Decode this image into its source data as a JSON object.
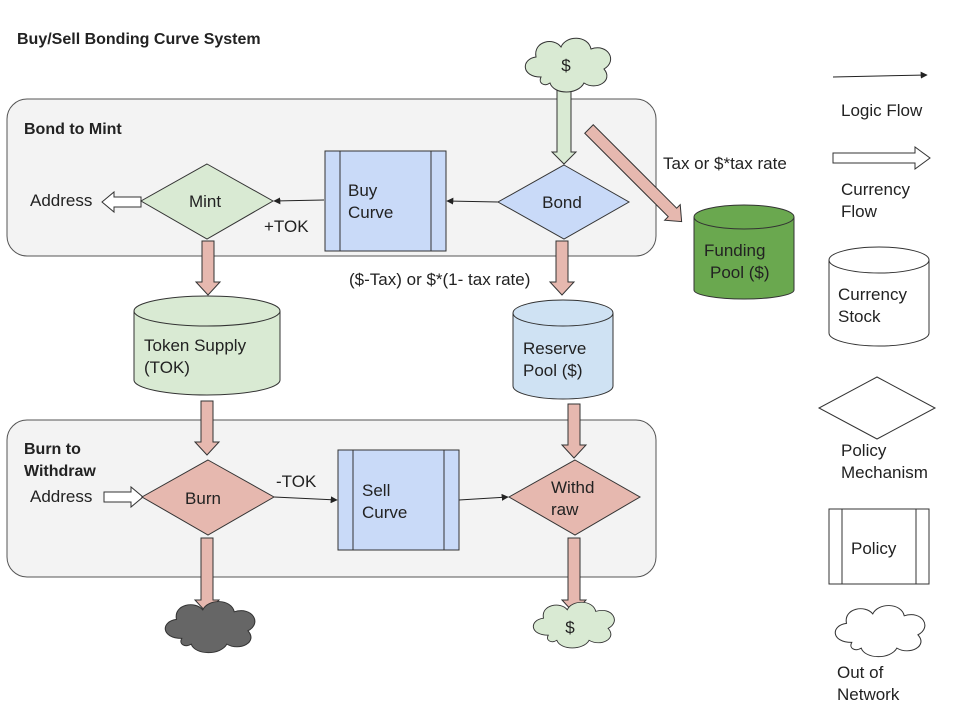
{
  "title": "Buy/Sell Bonding Curve System",
  "groups": {
    "bond_to_mint": "Bond to Mint",
    "burn_to_withdraw": [
      "Burn to",
      "Withdraw"
    ]
  },
  "nodes": {
    "dollar_in": "$",
    "mint": "Mint",
    "buy_curve": [
      "Buy",
      "Curve"
    ],
    "bond": "Bond",
    "funding_pool": [
      "Funding",
      "Pool ($)"
    ],
    "token_supply": [
      "Token Supply",
      "(TOK)"
    ],
    "reserve_pool": [
      "Reserve",
      "Pool ($)"
    ],
    "burn": "Burn",
    "sell_curve": [
      "Sell",
      "Curve"
    ],
    "withdraw": [
      "Withd",
      "raw"
    ],
    "dollar_out": "$",
    "address_top": "Address",
    "address_bottom": "Address"
  },
  "edge_labels": {
    "plus_tok": "+TOK",
    "minus_tok": "-TOK",
    "tax": "Tax or $*tax rate",
    "after_tax": "($-Tax) or $*(1- tax rate)"
  },
  "legend": {
    "logic_flow": "Logic Flow",
    "currency_flow": [
      "Currency",
      "Flow"
    ],
    "currency_stock": [
      "Currency",
      "Stock"
    ],
    "policy_mechanism": [
      "Policy",
      "Mechanism"
    ],
    "policy": "Policy",
    "out_of_network": [
      "Out of",
      "Network"
    ]
  },
  "colors": {
    "green_fill": "#d9ead3",
    "blue_fill": "#c9daf8",
    "pool_blue": "#cfe2f3",
    "red_fill": "#e6b8af",
    "dark_green": "#6aa84f",
    "gray_cloud": "#666666",
    "group_bg": "#f3f3f3"
  }
}
